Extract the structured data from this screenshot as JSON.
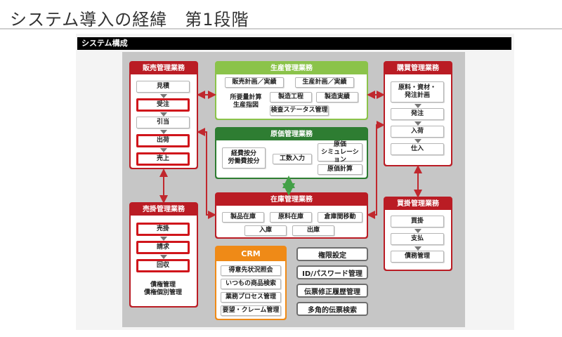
{
  "header": {
    "title": "システム導入の経緯　第1段階"
  },
  "diagram": {
    "bar_title": "システム構成",
    "sales": {
      "title": "販売管理業務",
      "items": [
        "見積",
        "受注",
        "引当",
        "出荷",
        "売上"
      ],
      "highlighted": [
        1,
        3,
        4
      ]
    },
    "receivable": {
      "title": "売掛管理業務",
      "items": [
        "売掛",
        "請求",
        "回収",
        "債権管理\n債権個別管理"
      ],
      "highlighted": [
        0,
        1,
        2
      ]
    },
    "production": {
      "title": "生産管理業務",
      "items": [
        "販売計画／実績",
        "生産計画／実績",
        "所要量計算\n生産指図",
        "製造工程",
        "製造実績",
        "検査ステータス管理"
      ]
    },
    "cost": {
      "title": "原価管理業務",
      "items": [
        "経費按分\n労働費按分",
        "工数入力",
        "原価\nシミュレーション",
        "原価計算"
      ]
    },
    "inventory": {
      "title": "在庫管理業務",
      "items": [
        "製品在庫",
        "原料在庫",
        "倉庫間移動",
        "入庫",
        "出庫"
      ]
    },
    "purchase": {
      "title": "購買管理業務",
      "items": [
        "原料・資材・\n発注計画",
        "発注",
        "入荷",
        "仕入"
      ]
    },
    "payable": {
      "title": "買掛管理業務",
      "items": [
        "買掛",
        "支払",
        "債務管理"
      ]
    },
    "crm": {
      "title": "CRM",
      "items": [
        "得意先状況照会",
        "いつもの商品検索",
        "業務プロセス管理",
        "要望・クレーム管理"
      ]
    },
    "features": [
      "権限設定",
      "ID/パスワード管理",
      "伝票修正履歴管理",
      "多角的伝票検索"
    ],
    "colors": {
      "sales_red": "#ba1c24",
      "highlight_red": "#d0151b",
      "production_green": "#8bc34a",
      "cost_green": "#2e7d32",
      "crm_orange": "#ef8a17",
      "connector_red": "#c0282e",
      "connector_green": "#43a047"
    }
  }
}
